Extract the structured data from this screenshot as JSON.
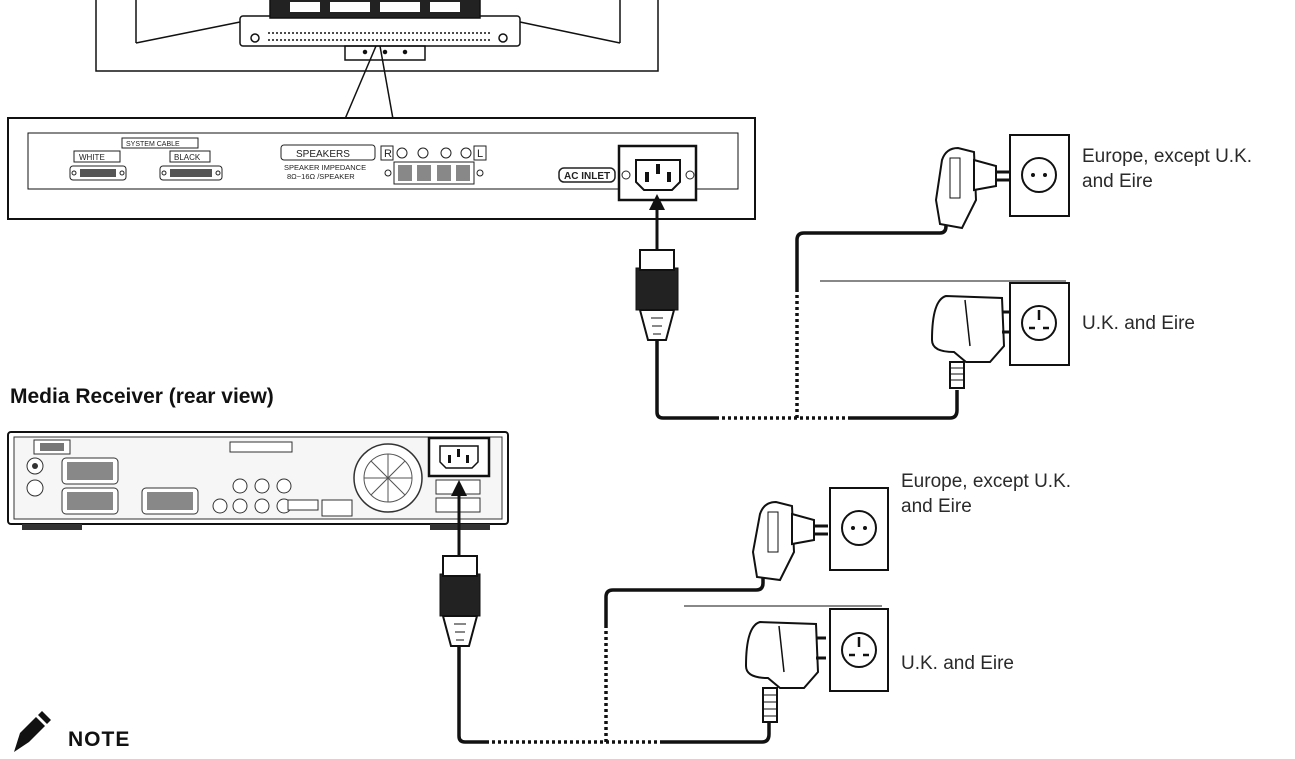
{
  "headings": {
    "media_receiver": "Media Receiver (rear view)",
    "note": "NOTE"
  },
  "panel": {
    "system_cable": "SYSTEM CABLE",
    "white": "WHITE",
    "black": "BLACK",
    "speakers": "SPEAKERS",
    "impedance_1": "SPEAKER IMPEDANCE",
    "impedance_2": "8Ω~16Ω /SPEAKER",
    "right": "R",
    "left": "L",
    "ac_inlet": "AC INLET"
  },
  "regions": {
    "top": {
      "europe_line1": "Europe, except U.K.",
      "europe_line2": "and Eire",
      "uk": "U.K. and Eire"
    },
    "bottom": {
      "europe_line1": "Europe, except U.K.",
      "europe_line2": "and Eire",
      "uk": "U.K. and Eire"
    }
  },
  "icons": [
    "monitor-stand",
    "rear-panel",
    "ac-inlet",
    "power-cord-connector",
    "schuko-plug",
    "uk-plug",
    "wall-socket",
    "pencil-note-icon"
  ]
}
